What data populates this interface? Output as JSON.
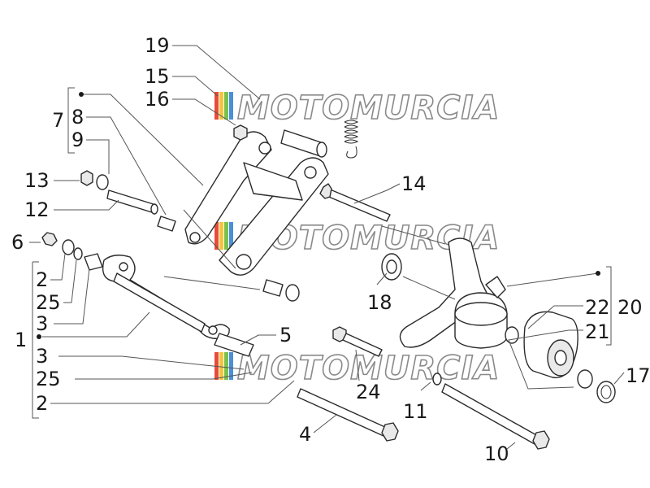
{
  "watermark": {
    "text": "MOTOMURCIA",
    "stripe_colors": [
      "#e84b3a",
      "#f2c53d",
      "#7cc04b",
      "#4a90d9"
    ]
  },
  "callouts": {
    "c19": "19",
    "c15": "15",
    "c16": "16",
    "c7": "7",
    "c8": "8",
    "c9": "9",
    "c13": "13",
    "c12": "12",
    "c6": "6",
    "c2a": "2",
    "c25a": "25",
    "c3a": "3",
    "c1": "1",
    "c3b": "3",
    "c25b": "25",
    "c2b": "2",
    "c14": "14",
    "c18": "18",
    "c5": "5",
    "c24": "24",
    "c4": "4",
    "c11": "11",
    "c10": "10",
    "c22": "22",
    "c20": "20",
    "c21": "21",
    "c17": "17"
  }
}
